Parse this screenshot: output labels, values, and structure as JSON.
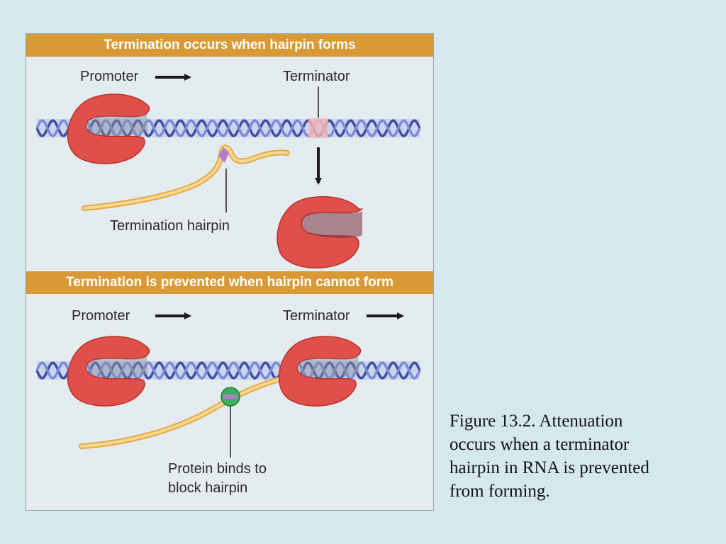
{
  "panel_top": {
    "title": "Termination occurs when hairpin forms",
    "promoter_label": "Promoter",
    "terminator_label": "Terminator",
    "hairpin_label": "Termination hairpin"
  },
  "panel_bottom": {
    "title": "Termination is prevented when hairpin cannot form",
    "promoter_label": "Promoter",
    "terminator_label": "Terminator",
    "protein_label_line1": "Protein binds to",
    "protein_label_line2": "block hairpin"
  },
  "caption": {
    "line1": "Figure 13.2.  Attenuation",
    "line2": "occurs when a terminator",
    "line3": "hairpin in RNA is prevented",
    "line4": "from forming."
  },
  "colors": {
    "background": "#d5e8ee",
    "banner": "#d99a36",
    "polymerase": "#e0504a",
    "dna_strand_a": "#3f4fa0",
    "dna_strand_b": "#6d7fd0",
    "rna": "#f4c76b",
    "hairpin_mark": "#b57acb",
    "terminator_mark": "#f2b6b6",
    "protein": "#3bb35a"
  }
}
